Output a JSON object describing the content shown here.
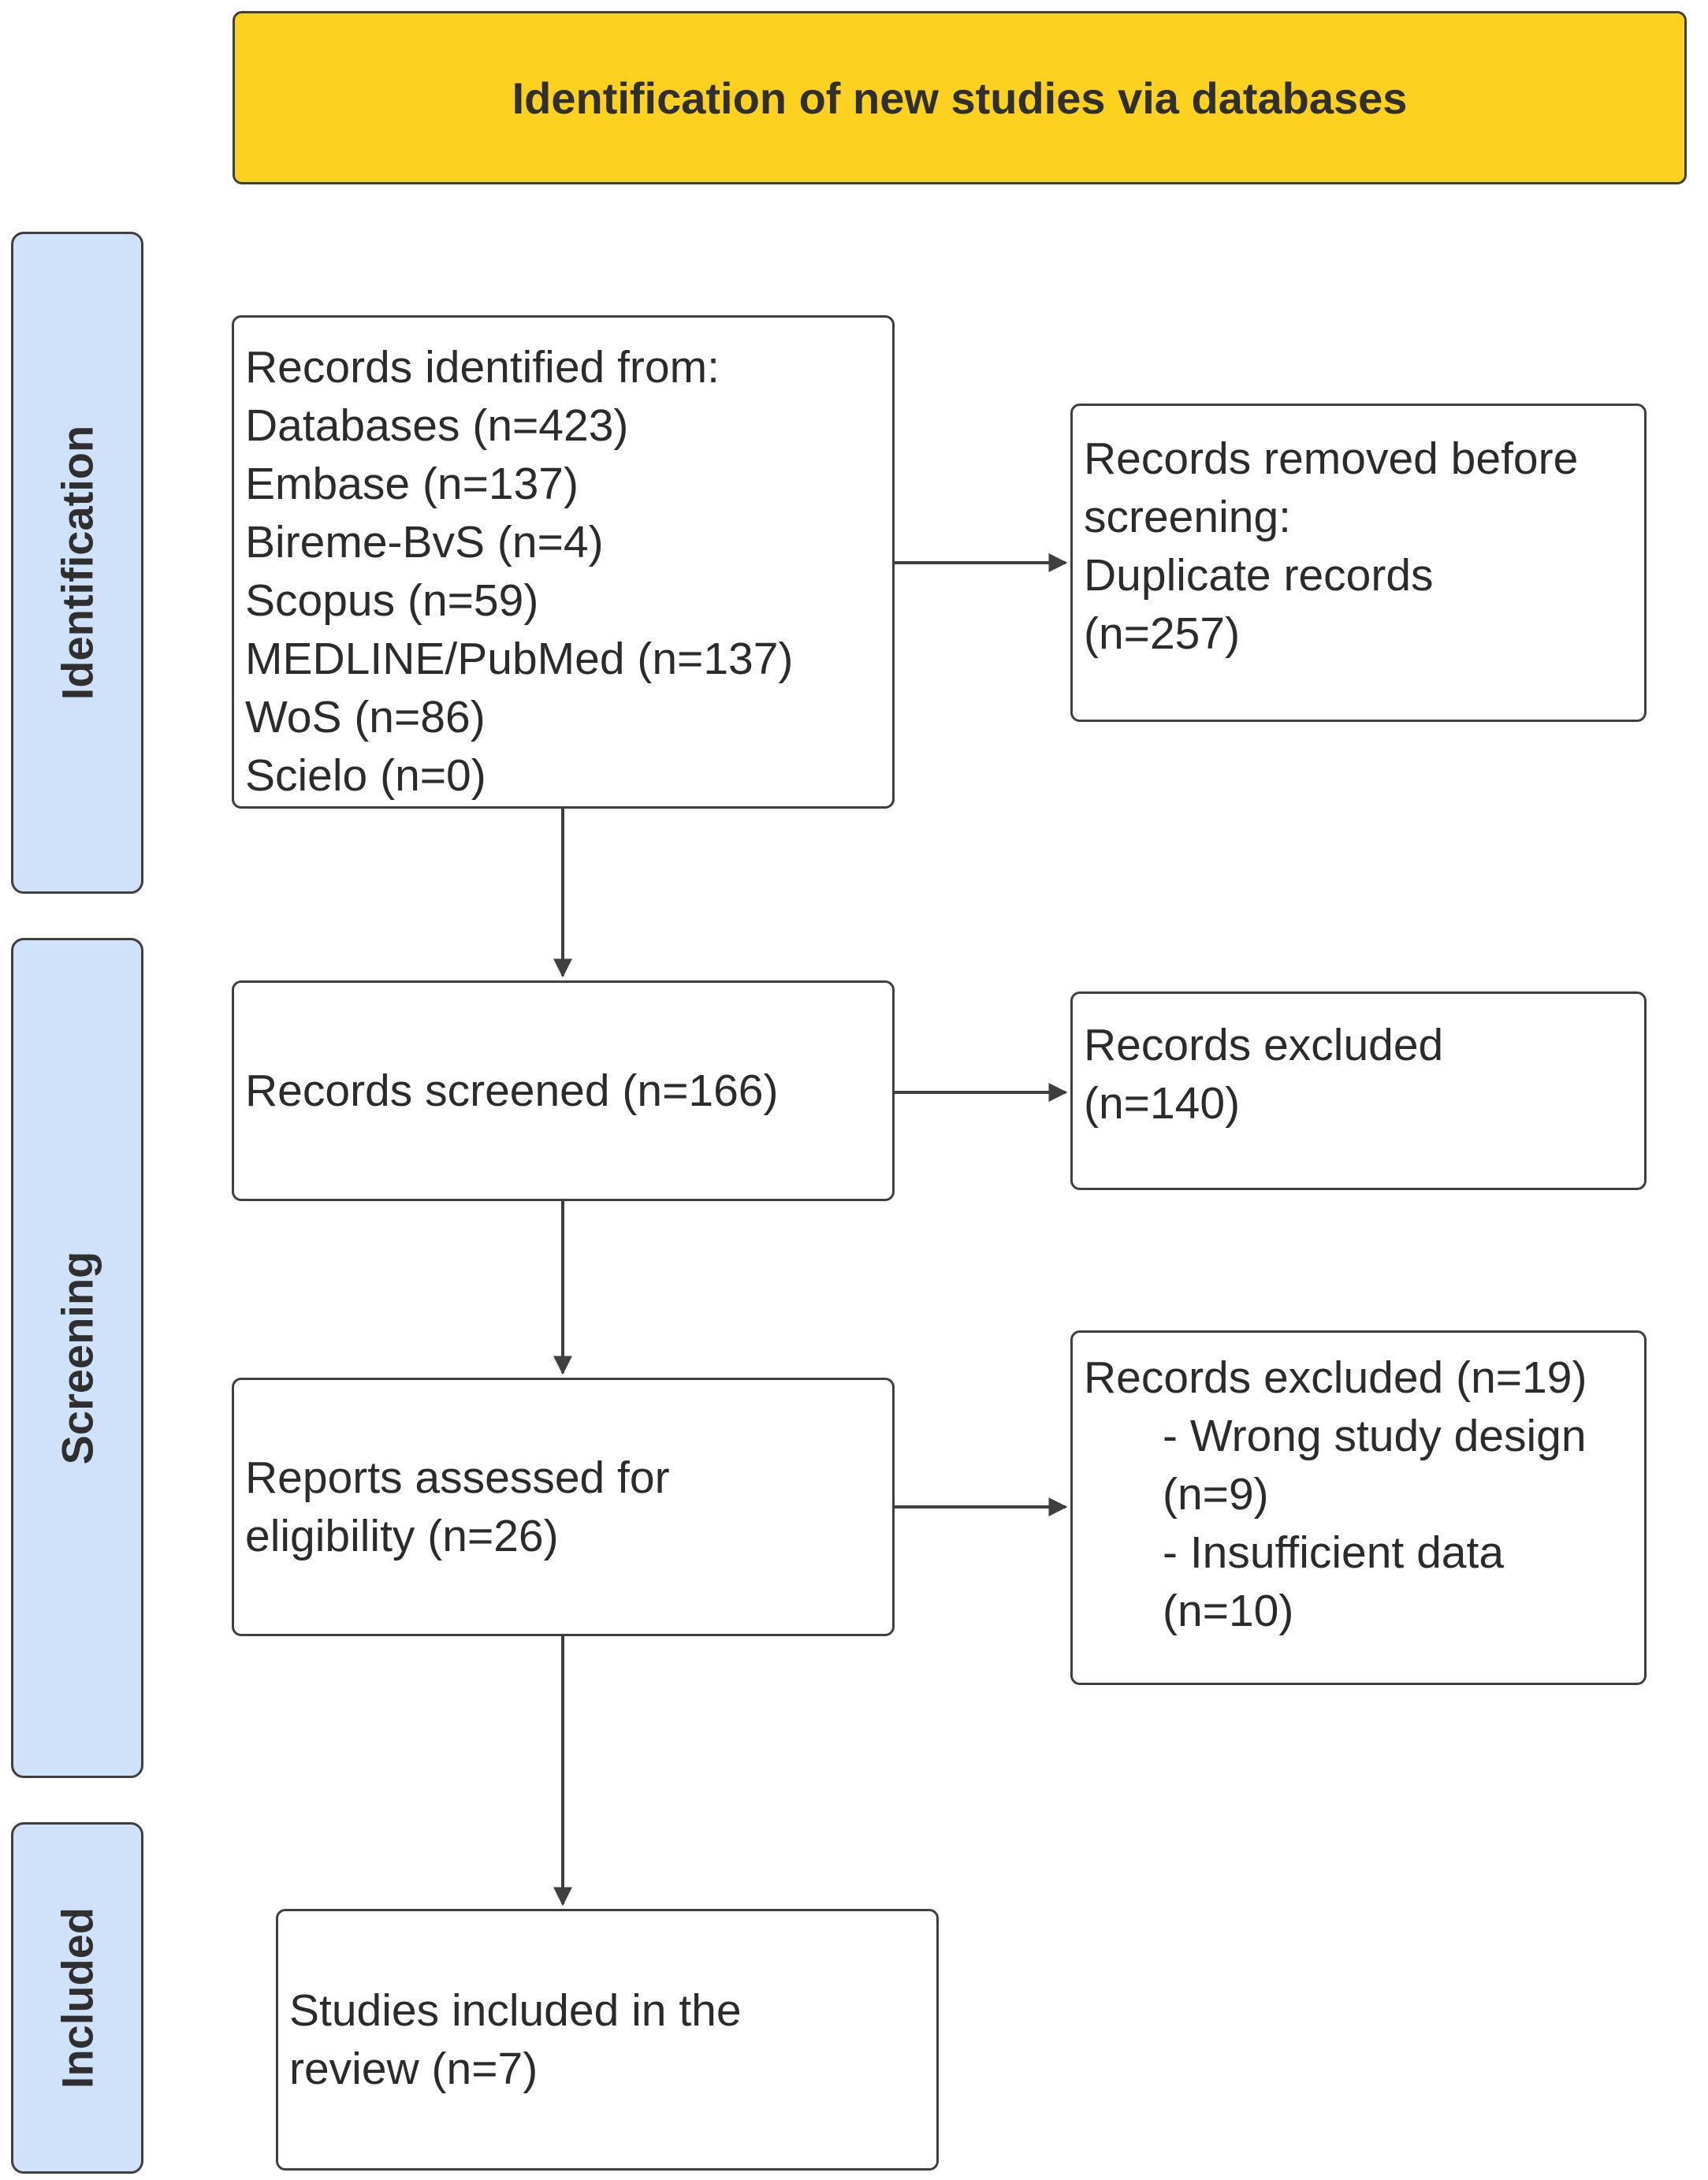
{
  "header": {
    "title": "Identification of new studies via databases"
  },
  "phases": {
    "identification": "Identification",
    "screening": "Screening",
    "included": "Included"
  },
  "records_identified": {
    "lines": [
      "Records identified from:",
      "Databases (n=423)",
      "Embase (n=137)",
      "Bireme-BvS (n=4)",
      "Scopus (n=59)",
      "MEDLINE/PubMed (n=137)",
      "WoS (n=86)",
      "Scielo (n=0)"
    ]
  },
  "records_removed": {
    "lines": [
      "Records removed before",
      "screening:",
      "Duplicate records",
      "(n=257)"
    ]
  },
  "records_screened": {
    "text": "Records screened (n=166)"
  },
  "records_excluded_1": {
    "lines": [
      "Records excluded",
      "(n=140)"
    ]
  },
  "reports_assessed": {
    "lines": [
      "Reports assessed for",
      "eligibility (n=26)"
    ]
  },
  "records_excluded_2": {
    "title": "Records excluded (n=19)",
    "items": [
      "- Wrong study design",
      "(n=9)",
      "- Insufficient data",
      "(n=10)"
    ]
  },
  "studies_included": {
    "lines": [
      "Studies included in the",
      "review (n=7)"
    ]
  },
  "colors": {
    "header": "#fcd11f",
    "phase": "#cfe2f9",
    "border": "#3f3f3f"
  }
}
